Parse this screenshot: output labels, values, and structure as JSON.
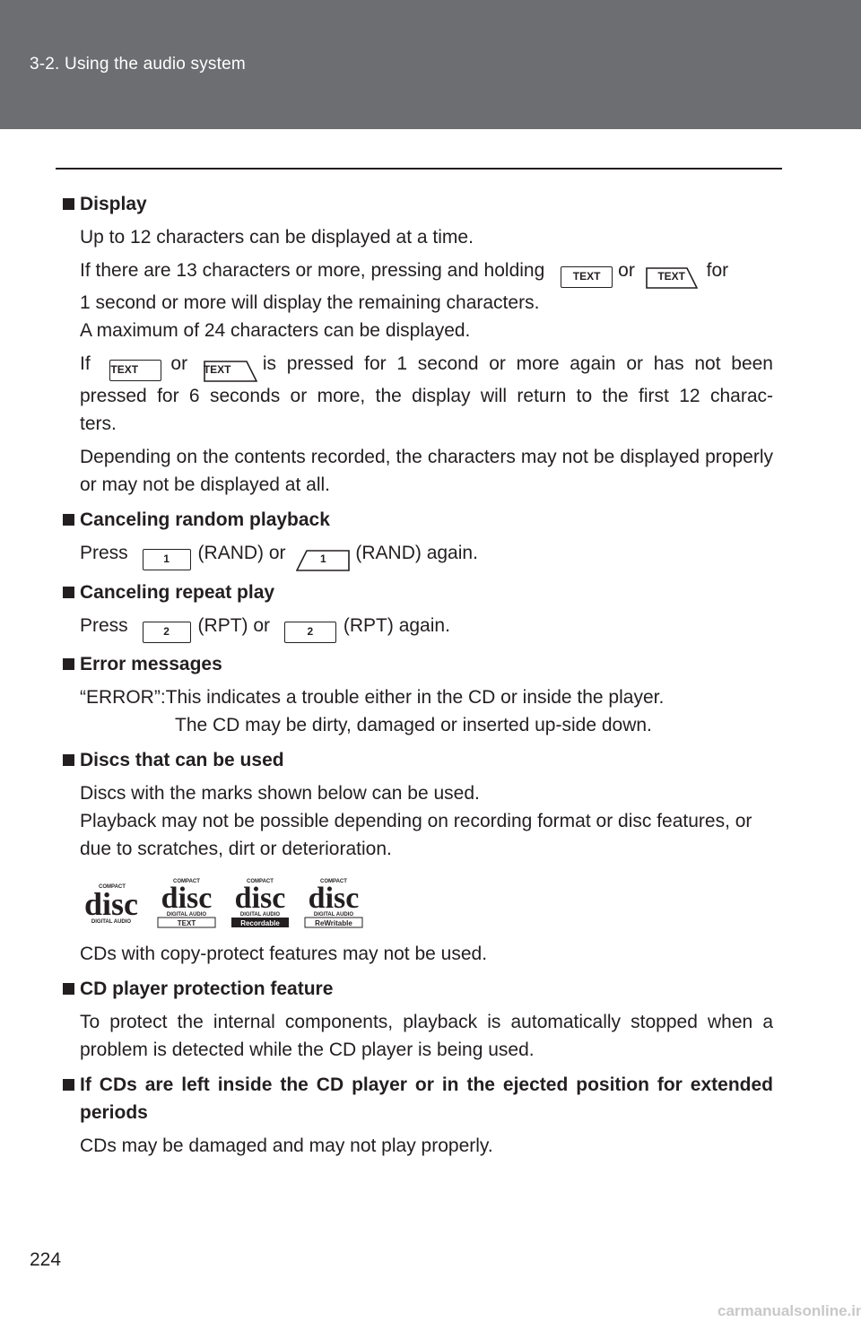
{
  "header": {
    "title": "3-2. Using the audio system"
  },
  "page_number": "224",
  "buttons": {
    "text": "TEXT",
    "one": "1",
    "two": "2"
  },
  "sections": {
    "display": {
      "heading": "Display",
      "p1": "Up to 12 characters can be displayed at a time.",
      "p2_a": "If there are 13 characters or more, pressing and holding",
      "p2_or": "or",
      "p2_b": "for",
      "p2_c": "1 second or more will display the remaining characters.",
      "p2_d": "A maximum of 24 characters can be displayed.",
      "p3_if": "If",
      "p3_or": "or",
      "p3_a": "is pressed for 1 second or more again or has not been",
      "p3_b": "pressed for 6 seconds or more, the display will return to the first 12 charac-",
      "p3_c": "ters.",
      "p4": "Depending on the contents recorded, the characters may not be displayed properly or may not be displayed at all."
    },
    "random": {
      "heading": "Canceling random playback",
      "press": "Press",
      "mid": "(RAND) or",
      "end": "(RAND) again."
    },
    "repeat": {
      "heading": "Canceling repeat play",
      "press": "Press",
      "mid": "(RPT) or",
      "end": "(RPT) again."
    },
    "error": {
      "heading": "Error messages",
      "line1": "“ERROR”:This indicates a trouble either in the CD or inside the player.",
      "line2": "The CD may be dirty, damaged or inserted up-side down."
    },
    "discs": {
      "heading": "Discs that can be used",
      "p1": "Discs with the marks shown below can be used.",
      "p2": "Playback may not be possible depending on recording format or disc features, or due to scratches, dirt or deterioration.",
      "logo_top": "COMPACT",
      "logo_word": "disc",
      "logo_bottom": "DIGITAL AUDIO",
      "logo_labels": [
        "TEXT",
        "Recordable",
        "ReWritable"
      ],
      "p3": "CDs with copy-protect features may not be used."
    },
    "protection": {
      "heading": "CD player protection feature",
      "p1": "To protect the internal components, playback is automatically stopped when a problem is detected while the CD player is being used."
    },
    "left_inside": {
      "heading": "If CDs are left inside the CD player or in the ejected position for extended periods",
      "p1": "CDs may be damaged and may not play properly."
    }
  },
  "footer": {
    "watermark": "carmanualsonline.info"
  }
}
